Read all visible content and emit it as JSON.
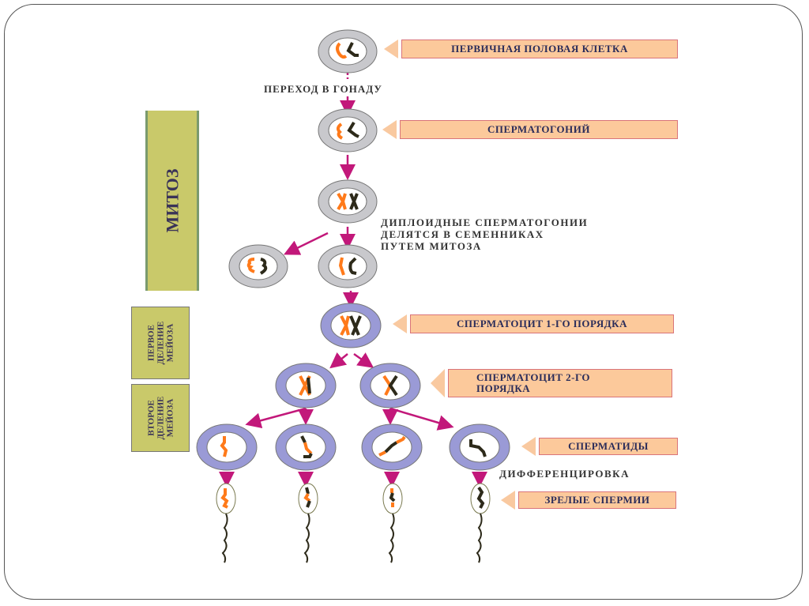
{
  "diagram": {
    "topic": "Spermatogenesis",
    "labels": {
      "primary_germ_cell": "ПЕРВИЧНАЯ ПОЛОВАЯ КЛЕТКА",
      "transition_to_gonad": "ПЕРЕХОД В ГОНАДУ",
      "spermatogonium": "СПЕРМАТОГОНИЙ",
      "diploid_note": "ДИПЛОИДНЫЕ СПЕРМАТОГОНИИ\nДЕЛЯТСЯ В СЕМЕННИКАХ\nПУТЕМ МИТОЗА",
      "spermatocyte_1": "СПЕРМАТОЦИТ 1-ГО ПОРЯДКА",
      "spermatocyte_2": "СПЕРМАТОЦИТ 2-ГО\nПОРЯДКА",
      "spermatids": "СПЕРМАТИДЫ",
      "differentiation": "ДИФФЕРЕНЦИРОВКА",
      "mature_sperm": "ЗРЕЛЫЕ СПЕРМИИ"
    },
    "phases": {
      "mitosis": "МИТОЗ",
      "meiosis_1": "ПЕРВОЕ\nДЕЛЕНИЕ\nМЕЙОЗА",
      "meiosis_2": "ВТОРОЕ\nДЕЛЕНИЕ\nМЕЙОЗА"
    },
    "colors": {
      "arrow": "#c2187a",
      "callout_fill": "#fcc99b",
      "callout_border": "#d9747a",
      "phase_box": "#c9c96a",
      "cell_ring_gray": "#c8c8cc",
      "cell_ring_purple": "#9a9ad6",
      "chromosome_maternal": "#ff7a1a",
      "chromosome_paternal": "#2d2a1a"
    },
    "stages": [
      {
        "name": "primary-germ-cell",
        "cells": 1
      },
      {
        "name": "spermatogonium",
        "cells": 1
      },
      {
        "name": "diploid-spermatogonium",
        "cells": 1
      },
      {
        "name": "mitotic-daughters",
        "cells": 2
      },
      {
        "name": "spermatocyte-1",
        "cells": 1
      },
      {
        "name": "spermatocyte-2",
        "cells": 2
      },
      {
        "name": "spermatids",
        "cells": 4
      },
      {
        "name": "mature-sperm",
        "cells": 4
      }
    ]
  }
}
